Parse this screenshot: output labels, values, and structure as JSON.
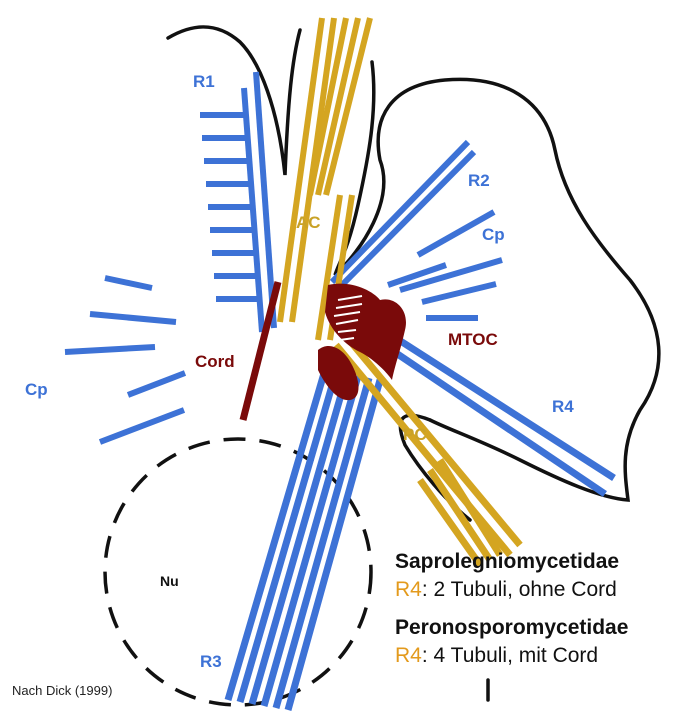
{
  "colors": {
    "microtubule": "#3d72d6",
    "root_gold": "#d4a521",
    "cord_red": "#7a0a0a",
    "outline": "#111111",
    "legend_key": "#e39a1c"
  },
  "labels": {
    "r1": "R1",
    "r2": "R2",
    "r3": "R3",
    "r4": "R4",
    "ac": "AC",
    "pc": "PC",
    "cp_left": "Cp",
    "cp_right": "Cp",
    "cord": "Cord",
    "mtoc": "MTOC",
    "nu": "Nu"
  },
  "legend": {
    "group1_title": "Saprolegniomycetidae",
    "group1_key": "R4",
    "group1_text": ": 2 Tubuli, ohne Cord",
    "group2_title": "Peronosporomycetidae",
    "group2_key": "R4",
    "group2_text": ": 4 Tubuli, mit Cord"
  },
  "source": "Nach Dick (1999)"
}
